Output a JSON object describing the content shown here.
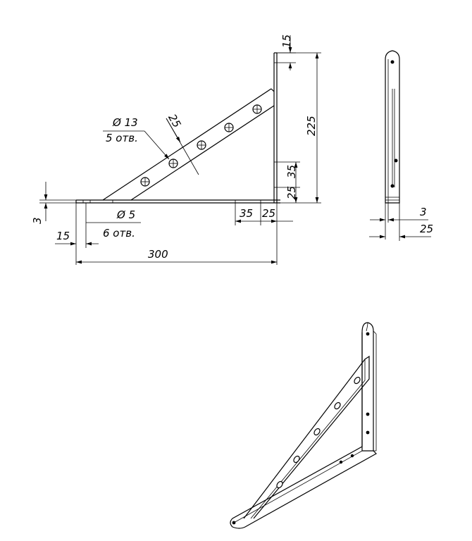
{
  "drawing": {
    "side_view": {
      "hole_large_diameter": "13",
      "hole_large_count": "5 отв.",
      "hole_small_diameter": "5",
      "hole_small_count": "6 отв.",
      "dim_strut_width": "25",
      "dim_top_offset": "15",
      "dim_height": "225",
      "dim_vertical_35": "35",
      "dim_vertical_25": "25",
      "dim_thickness": "3",
      "dim_left_offset": "15",
      "dim_bottom_35": "35",
      "dim_bottom_25": "25",
      "dim_length": "300",
      "diameter_symbol": "Ø"
    },
    "end_view": {
      "dim_thickness": "3",
      "dim_width": "25"
    }
  }
}
